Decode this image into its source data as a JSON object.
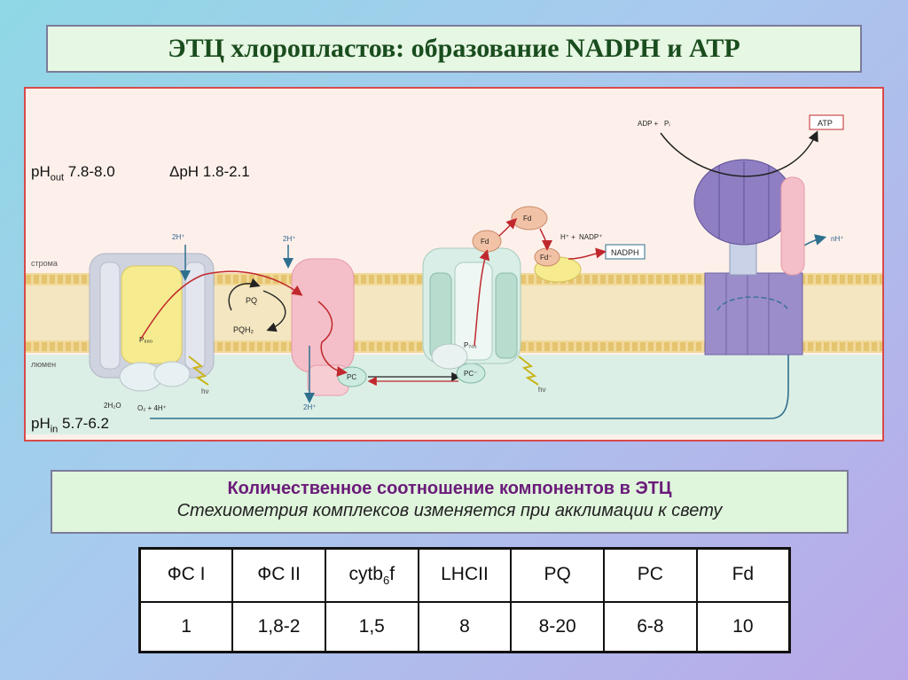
{
  "title": "ЭТЦ хлоропластов: образование NADPH и ATP",
  "diagram": {
    "ph_out": {
      "main": "pH",
      "sub": "out",
      "value": " 7.8-8.0"
    },
    "delta_ph": "ΔpH 1.8-2.1",
    "ph_in": {
      "main": "pH",
      "sub": "in",
      "value": " 5.7-6.2"
    },
    "labels": {
      "stroma": "строма",
      "lumen": "люмен",
      "h2_a": "2H⁺",
      "h2_b": "2H⁺",
      "h2_c": "2H⁺",
      "pq": "PQ",
      "pqh2": "PQH₂",
      "p680": "P₆₈₀",
      "p700": "P₇₀₀",
      "water": "2H₂O",
      "o2": "O₂ + 4H⁺",
      "hv_a": "hν",
      "hv_b": "hν",
      "pc_a": "PC",
      "pc_b": "PC⁻",
      "fd": "Fd",
      "fd_a": "Fd",
      "fd_minus": "Fd⁻",
      "h_plus": "H⁺ +",
      "nadp": "NADP⁺",
      "nadph": "NADPH",
      "adp": "ADP +",
      "pi": "Pᵢ",
      "atp": "ATP",
      "nh": "nH⁺"
    }
  },
  "info": {
    "title": "Количественное соотношение компонентов в ЭТЦ",
    "subtitle": "Стехиометрия комплексов изменяется при акклимации к свету"
  },
  "table": {
    "headers": [
      {
        "main": "ФС I",
        "sub": "",
        "tail": ""
      },
      {
        "main": "ФС II",
        "sub": "",
        "tail": ""
      },
      {
        "main": "cytb",
        "sub": "6",
        "tail": "f"
      },
      {
        "main": "LHCII",
        "sub": "",
        "tail": ""
      },
      {
        "main": "PQ",
        "sub": "",
        "tail": ""
      },
      {
        "main": "PC",
        "sub": "",
        "tail": ""
      },
      {
        "main": "Fd",
        "sub": "",
        "tail": ""
      }
    ],
    "values": [
      "1",
      "1,8-2",
      "1,5",
      "8",
      "8-20",
      "6-8",
      "10"
    ]
  },
  "colors": {
    "arrow_red": "#c0282d",
    "arrow_blue": "#2e6f8e",
    "membrane": "#f1d99a",
    "psii_yellow": "#f6eb8f",
    "cyt_pink": "#f4bfc8",
    "atp_synthase": "#8f7fc2",
    "title_green": "#1a4d1e",
    "info_purple": "#6a1b79"
  }
}
